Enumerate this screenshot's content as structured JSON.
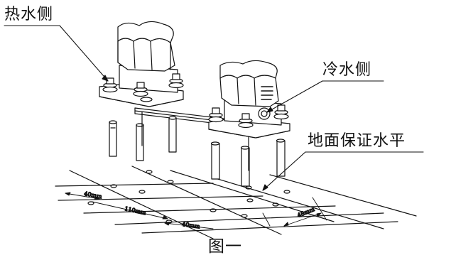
{
  "labels": {
    "hot_side": "热水侧",
    "cold_side": "冷水侧",
    "ground_level": "地面保证水平",
    "caption": "图一"
  },
  "dimensions": {
    "d1": "40mm",
    "d2": "110mm",
    "d3": "40mm",
    "d4": "48mm"
  },
  "colors": {
    "ink": "#111111",
    "background": "#ffffff"
  }
}
